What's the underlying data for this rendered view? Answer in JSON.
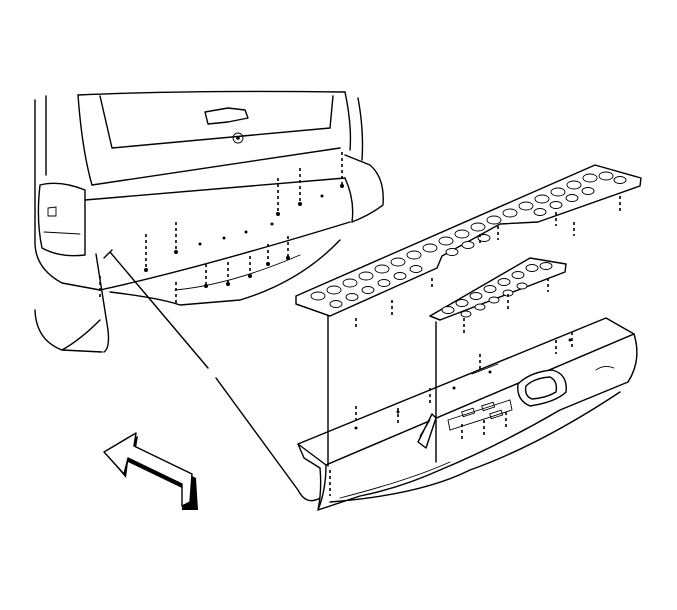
{
  "diagram": {
    "type": "exploded-view",
    "parts": [
      {
        "id": "vehicle-rear",
        "icon": "vehicle-rear-outline"
      },
      {
        "id": "step-pad-left",
        "icon": "perforated-step-pad"
      },
      {
        "id": "step-pad-right",
        "icon": "perforated-step-pad"
      },
      {
        "id": "rear-bumper",
        "icon": "bumper-fascia"
      }
    ],
    "indicator": {
      "icon": "direction-arrow",
      "direction": "forward"
    },
    "colors": {
      "line": "#000000",
      "background": "#ffffff"
    }
  }
}
